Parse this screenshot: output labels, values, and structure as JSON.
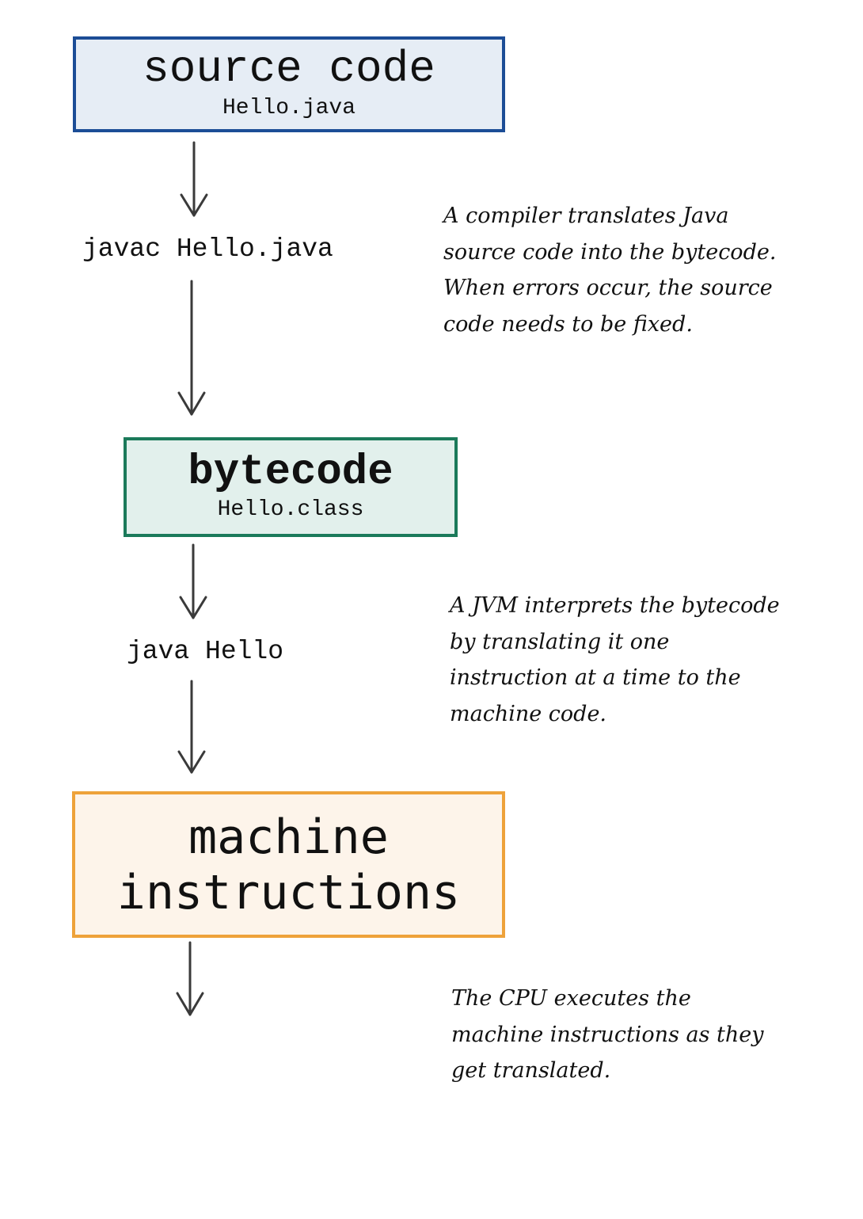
{
  "colors": {
    "source_border": "#1c4d96",
    "source_fill": "#e6edf5",
    "bytecode_border": "#1b7a5a",
    "bytecode_fill": "#e2f0ec",
    "machine_border": "#eea23a",
    "machine_fill": "#fdf4ea",
    "arrow": "#3a3a3a"
  },
  "boxes": {
    "source": {
      "title": "source code",
      "subtitle": "Hello.java"
    },
    "bytecode": {
      "title": "bytecode",
      "subtitle": "Hello.class"
    },
    "machine": {
      "title": "machine\ninstructions"
    }
  },
  "commands": {
    "compile": "javac Hello.java",
    "run": "java Hello"
  },
  "notes": {
    "compiler": [
      "A compiler translates Java",
      "source code into the bytecode.",
      "When errors occur, the source",
      "code needs to be fixed."
    ],
    "jvm": [
      "A JVM interprets the bytecode",
      "by translating it one",
      "instruction at a time to the",
      "machine code."
    ],
    "cpu": [
      "The CPU executes the",
      "machine instructions as they",
      "get translated."
    ]
  }
}
